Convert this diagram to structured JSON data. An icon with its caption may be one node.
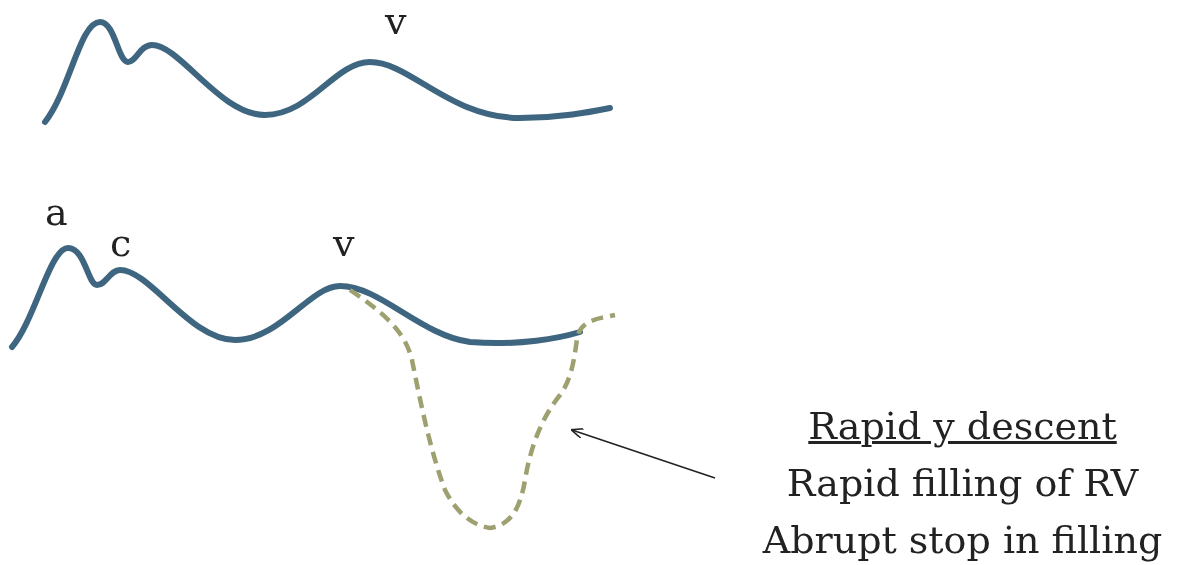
{
  "diagram": {
    "nodes": [
      {
        "text": [
          "Rapid y descent",
          "Rapid filling of RV",
          "Abrupt stop in filling"
        ]
      },
      {
        "text": [],
        "shape": "curve"
      }
    ],
    "edges": [
      {
        "from": 0,
        "to": 1,
        "arrow": "to"
      }
    ],
    "labels": [
      "v",
      "a",
      "c",
      "v"
    ]
  }
}
